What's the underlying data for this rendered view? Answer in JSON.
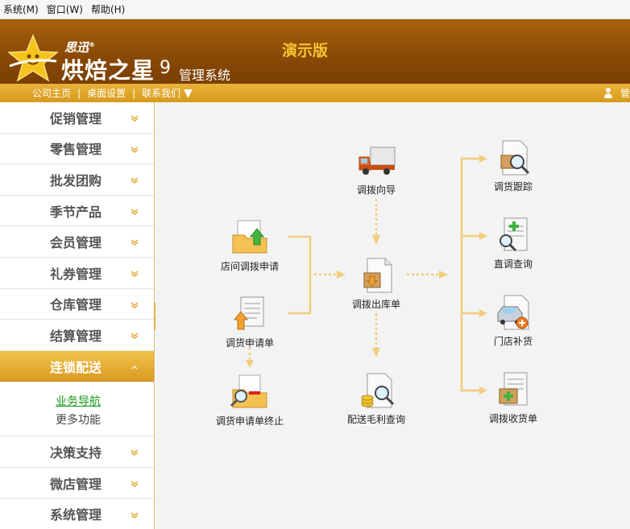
{
  "menubar": {
    "items": [
      "系统(M)",
      "窗口(W)",
      "帮助(H)"
    ]
  },
  "header": {
    "brand_top": "思迅",
    "brand_reg": "®",
    "brand_main": "烘焙之星",
    "brand_version": "9",
    "brand_system": "管理系统",
    "demo_label": "演示版"
  },
  "linkbar": {
    "home": "公司主页",
    "desktop": "桌面设置",
    "contact": "联系我们",
    "user_text": "管"
  },
  "sidebar": {
    "items_top": [
      "促销管理",
      "零售管理",
      "批发团购",
      "季节产品",
      "会员管理",
      "礼券管理",
      "仓库管理",
      "结算管理"
    ],
    "active": "连锁配送",
    "sub_nav": "业务导航",
    "sub_more": "更多功能",
    "items_bottom": [
      "决策支持",
      "微店管理",
      "系统管理"
    ]
  },
  "flow": {
    "transfer_wizard": "调拨向导",
    "store_transfer_request": "店间调拨申请",
    "transfer_request_form": "调货申请单",
    "terminate_request": "调货申请单终止",
    "transfer_out_order": "调拨出库单",
    "gross_margin_query": "配送毛利查询",
    "transfer_tracking": "调货跟踪",
    "direct_transfer_query": "直调查询",
    "store_replenish": "门店补货",
    "transfer_receipt": "调拨收货单"
  },
  "colors": {
    "header_brown": "#8a4a06",
    "accent_gold": "#e0a226",
    "demo_yellow": "#f7c531",
    "flow_line": "#f1cd7c"
  }
}
